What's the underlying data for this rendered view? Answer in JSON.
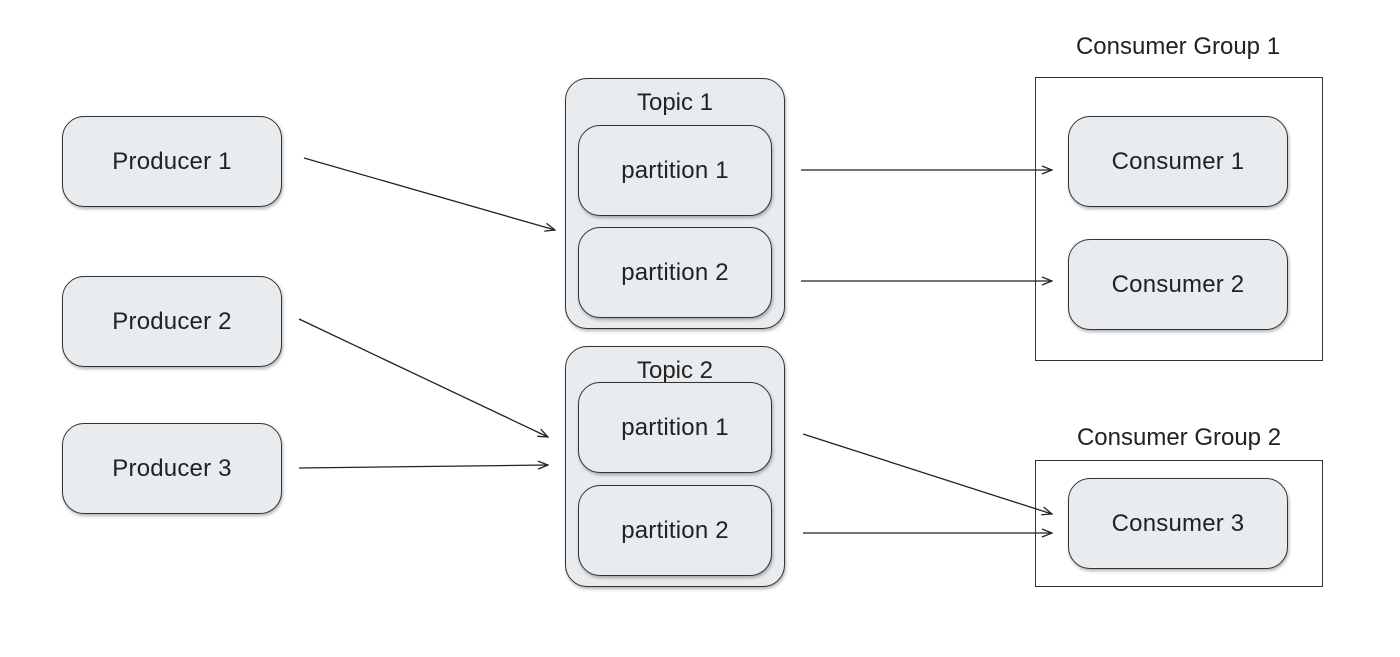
{
  "producers": [
    {
      "label": "Producer 1"
    },
    {
      "label": "Producer 2"
    },
    {
      "label": "Producer 3"
    }
  ],
  "topics": [
    {
      "title": "Topic 1",
      "partitions": [
        {
          "label": "partition 1"
        },
        {
          "label": "partition 2"
        }
      ]
    },
    {
      "title": "Topic 2",
      "partitions": [
        {
          "label": "partition 1"
        },
        {
          "label": "partition 2"
        }
      ]
    }
  ],
  "consumer_groups": [
    {
      "title": "Consumer Group 1",
      "consumers": [
        {
          "label": "Consumer 1"
        },
        {
          "label": "Consumer 2"
        }
      ]
    },
    {
      "title": "Consumer Group 2",
      "consumers": [
        {
          "label": "Consumer 3"
        }
      ]
    }
  ],
  "connections": [
    {
      "from": "Producer 1",
      "to": "Topic 1"
    },
    {
      "from": "Producer 2",
      "to": "Topic 2"
    },
    {
      "from": "Producer 3",
      "to": "Topic 2"
    },
    {
      "from": "Topic 1 partition 1",
      "to": "Consumer 1"
    },
    {
      "from": "Topic 1 partition 2",
      "to": "Consumer 2"
    },
    {
      "from": "Topic 2 partition 1",
      "to": "Consumer 3"
    },
    {
      "from": "Topic 2 partition 2",
      "to": "Consumer 3"
    }
  ]
}
